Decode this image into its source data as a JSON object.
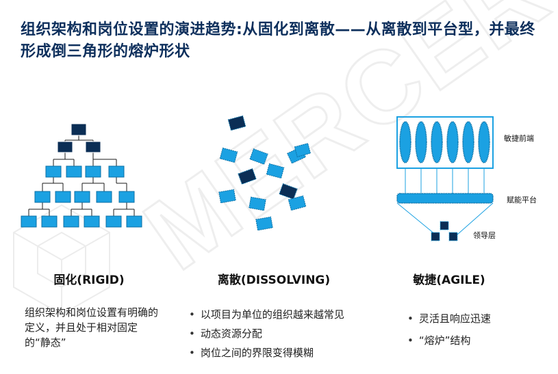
{
  "title": "组织架构和岗位设置的演进趋势:从固化到离散——从离散到平台型，并最终形成倒三角形的熔炉形状",
  "watermark": "MERCER",
  "colors": {
    "light": "#1ba1e2",
    "dark": "#0b2e55",
    "title": "#0d2f5c"
  },
  "columns": [
    {
      "heading": "固化(RIGID)",
      "description": "组织架构和岗位设置有明确的定义，并且处于相对固定的“静态”"
    },
    {
      "heading": "离散(DISSOLVING)",
      "bullets": [
        "以项目为单位的组织越来越常见",
        "动态资源分配",
        "岗位之间的界限变得模糊"
      ]
    },
    {
      "heading": "敏捷(AGILE)",
      "bullets": [
        "灵活且响应迅速",
        "“熔炉”结构"
      ]
    }
  ],
  "agile_labels": {
    "front": "敏捷前端",
    "platform": "赋能平台",
    "leader": "领导层"
  }
}
